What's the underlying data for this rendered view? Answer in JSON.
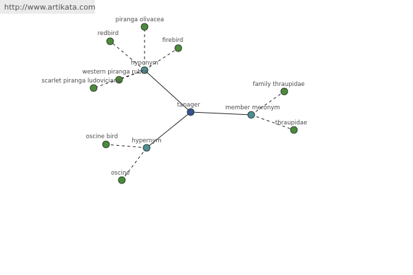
{
  "source_url": "http://www.artikata.com",
  "colors": {
    "root_node": "#3a4f96",
    "relation_node": "#4f8d92",
    "leaf_node": "#4d8a3c",
    "node_stroke": "#1e2e1e",
    "edge": "#222222",
    "label": "#4a4a4a"
  },
  "nodes": {
    "tanager": {
      "label": "tanager",
      "kind": "root"
    },
    "hyponym": {
      "label": "hyponym",
      "kind": "relation"
    },
    "hypernym": {
      "label": "hypernym",
      "kind": "relation"
    },
    "member_meronym": {
      "label": "member meronym",
      "kind": "relation"
    },
    "piranga_olivacea": {
      "label": "piranga olivacea",
      "kind": "leaf"
    },
    "redbird": {
      "label": "redbird",
      "kind": "leaf"
    },
    "firebird": {
      "label": "firebird",
      "kind": "leaf"
    },
    "western_piranga_rubra": {
      "label": "western piranga rubra",
      "kind": "leaf"
    },
    "scarlet_piranga_ludoviciana": {
      "label": "scarlet piranga ludoviciana",
      "kind": "leaf"
    },
    "family_thraupidae": {
      "label": "family thraupidae",
      "kind": "leaf"
    },
    "thraupidae": {
      "label": "thraupidae",
      "kind": "leaf"
    },
    "oscine_bird": {
      "label": "oscine bird",
      "kind": "leaf"
    },
    "oscine": {
      "label": "oscine",
      "kind": "leaf"
    }
  },
  "edges": [
    {
      "from": "tanager",
      "to": "hyponym",
      "style": "solid"
    },
    {
      "from": "tanager",
      "to": "hypernym",
      "style": "solid"
    },
    {
      "from": "tanager",
      "to": "member_meronym",
      "style": "solid"
    },
    {
      "from": "hyponym",
      "to": "piranga_olivacea",
      "style": "dashed"
    },
    {
      "from": "hyponym",
      "to": "redbird",
      "style": "dashed"
    },
    {
      "from": "hyponym",
      "to": "firebird",
      "style": "dashed"
    },
    {
      "from": "hyponym",
      "to": "western_piranga_rubra",
      "style": "dashed"
    },
    {
      "from": "hyponym",
      "to": "scarlet_piranga_ludoviciana",
      "style": "dashed"
    },
    {
      "from": "member_meronym",
      "to": "family_thraupidae",
      "style": "dashed"
    },
    {
      "from": "member_meronym",
      "to": "thraupidae",
      "style": "dashed"
    },
    {
      "from": "hypernym",
      "to": "oscine_bird",
      "style": "dashed"
    },
    {
      "from": "hypernym",
      "to": "oscine",
      "style": "dashed"
    }
  ]
}
